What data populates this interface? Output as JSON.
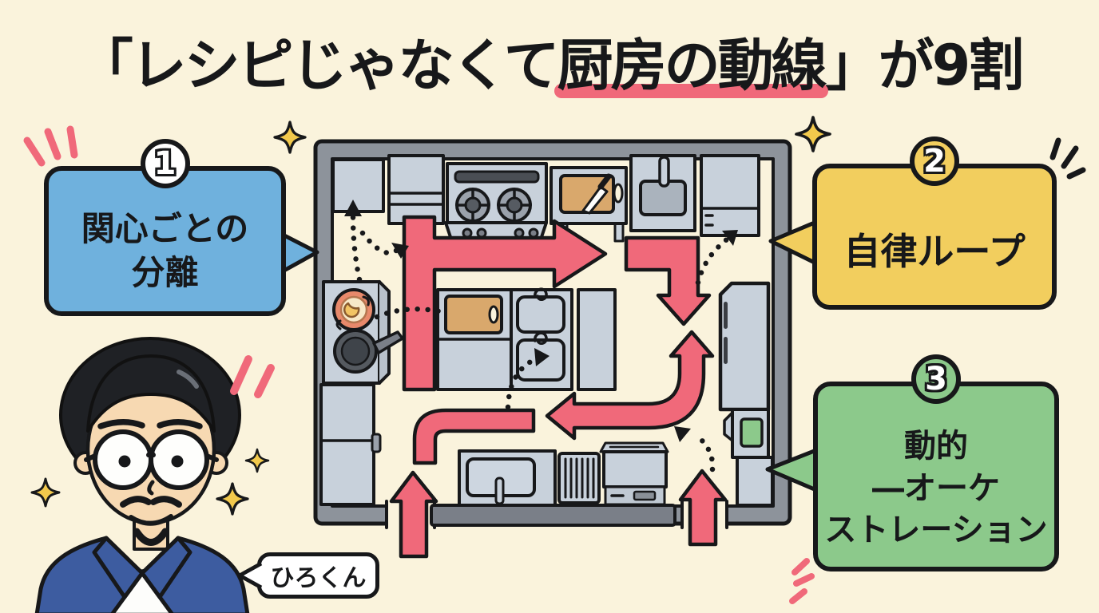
{
  "title": {
    "part1": "「レシピじゃなくて",
    "highlight": "厨房の動線",
    "part3": "」が9割"
  },
  "callouts": [
    {
      "number": "1",
      "lines": [
        "関心ごとの",
        "分離"
      ],
      "color": "#6FB1DD"
    },
    {
      "number": "2",
      "lines": [
        "自律ループ"
      ],
      "color": "#F2CE5E"
    },
    {
      "number": "3",
      "lines": [
        "動的",
        "―オーケ",
        "ストレーション"
      ],
      "color": "#8CC98B"
    }
  ],
  "character": {
    "name_label": "ひろくん"
  },
  "colors": {
    "background": "#FAF3DC",
    "accent_pink": "#F0697A",
    "underline_pink": "#F0697A",
    "blue_box": "#6FB1DD",
    "yellow_box": "#F2CE5E",
    "green_box": "#8CC98B",
    "wall_gray": "#8D939B",
    "appliance_gray": "#C8D1DB",
    "counter_gray": "#7A7F88",
    "board_tan": "#D9A86C",
    "sparkle_yellow": "#F2C94C",
    "outline_black": "#17181a"
  }
}
